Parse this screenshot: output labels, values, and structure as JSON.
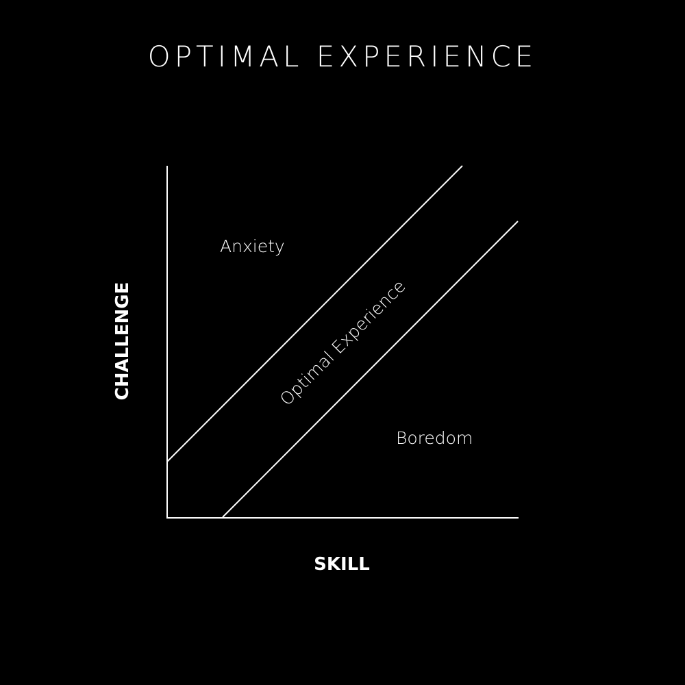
{
  "page": {
    "title": "OPTIMAL EXPERIENCE",
    "background_color": "#000000",
    "foreground_color": "#ffffff"
  },
  "diagram": {
    "x_axis_label": "SKILL",
    "y_axis_label": "CHALLENGE",
    "regions": {
      "upper": "Anxiety",
      "band": "Optimal Experience",
      "lower": "Boredom"
    }
  }
}
